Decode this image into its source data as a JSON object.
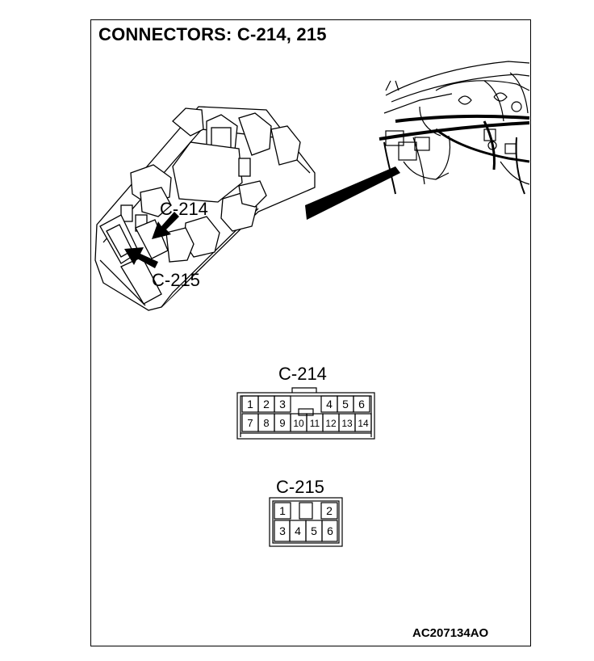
{
  "title": "CONNECTORS: C-214, 215",
  "figure_code": "AC207134AO",
  "callouts": {
    "c214": "C-214",
    "c215": "C-215"
  },
  "connector_c214": {
    "label": "C-214",
    "top_row_left": [
      "1",
      "2",
      "3"
    ],
    "top_row_right": [
      "4",
      "5",
      "6"
    ],
    "bottom_row": [
      "7",
      "8",
      "9",
      "10",
      "11",
      "12",
      "13",
      "14"
    ]
  },
  "connector_c215": {
    "label": "C-215",
    "top_row": [
      "1",
      "2"
    ],
    "bottom_row": [
      "3",
      "4",
      "5",
      "6"
    ]
  }
}
